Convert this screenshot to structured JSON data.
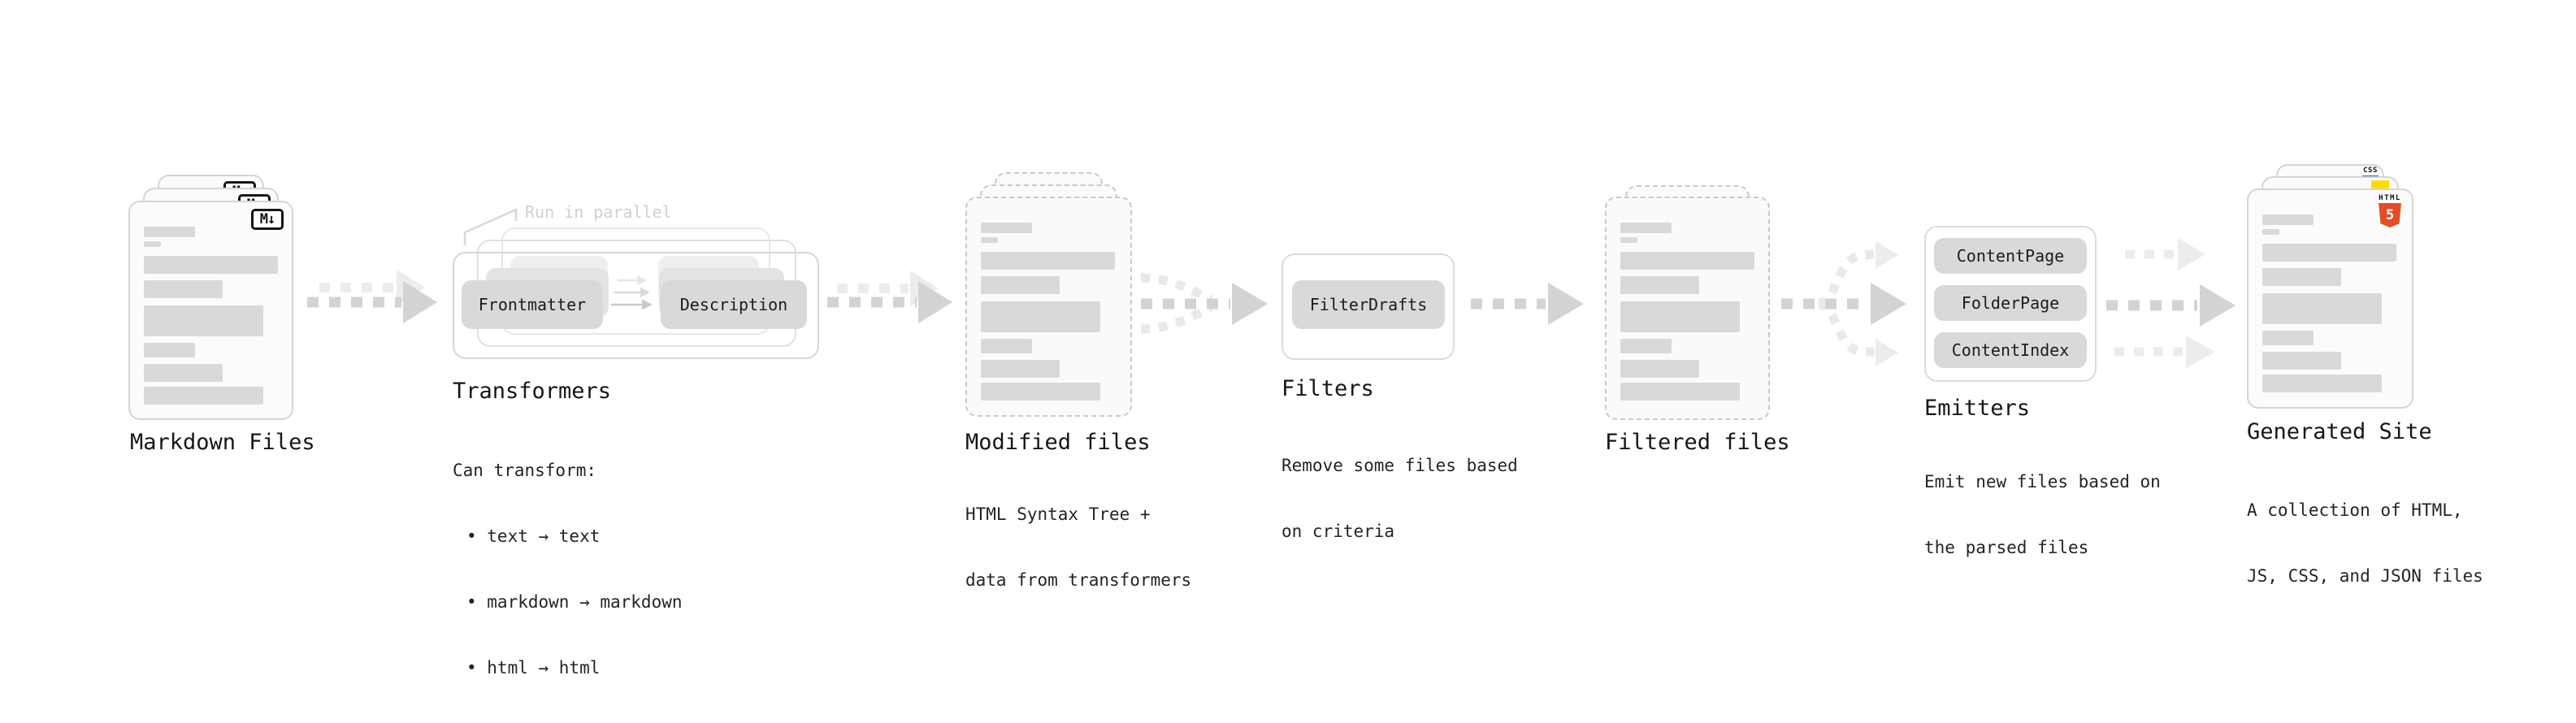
{
  "stages": {
    "markdown": {
      "label": "Markdown Files"
    },
    "transformers": {
      "label": "Transformers",
      "annotation": "Run in parallel",
      "pill_left": "Frontmatter",
      "pill_right": "Description",
      "sub": [
        "Can transform:",
        "• text → text",
        "• markdown → markdown",
        "• html → html"
      ]
    },
    "modified": {
      "label": "Modified files",
      "sub": [
        "HTML Syntax Tree +",
        "data from transformers"
      ]
    },
    "filters": {
      "label": "Filters",
      "pill": "FilterDrafts",
      "sub": [
        "Remove some files based",
        "on criteria"
      ]
    },
    "filtered": {
      "label": "Filtered files"
    },
    "emitters": {
      "label": "Emitters",
      "pills": [
        "ContentPage",
        "FolderPage",
        "ContentIndex"
      ],
      "sub": [
        "Emit new files based on",
        "the parsed files"
      ]
    },
    "generated": {
      "label": "Generated Site",
      "sub": [
        "A collection of HTML,",
        "JS, CSS, and JSON files"
      ]
    }
  },
  "icons": {
    "markdown": "M↓",
    "html_word": "HTML",
    "html_num": "5",
    "css": "CSS"
  },
  "colors": {
    "arrow_dark": "#d3d3d3",
    "arrow_light": "#ececec",
    "pill_gray": "#d9d9d9",
    "card_border": "#d5d5d5",
    "dashed_border": "#c8c8c8",
    "html5_orange": "#e44d26",
    "js_yellow": "#ffdd00",
    "css_blue": "#2d6ae3",
    "annotation_gray": "#d0d0d0"
  }
}
